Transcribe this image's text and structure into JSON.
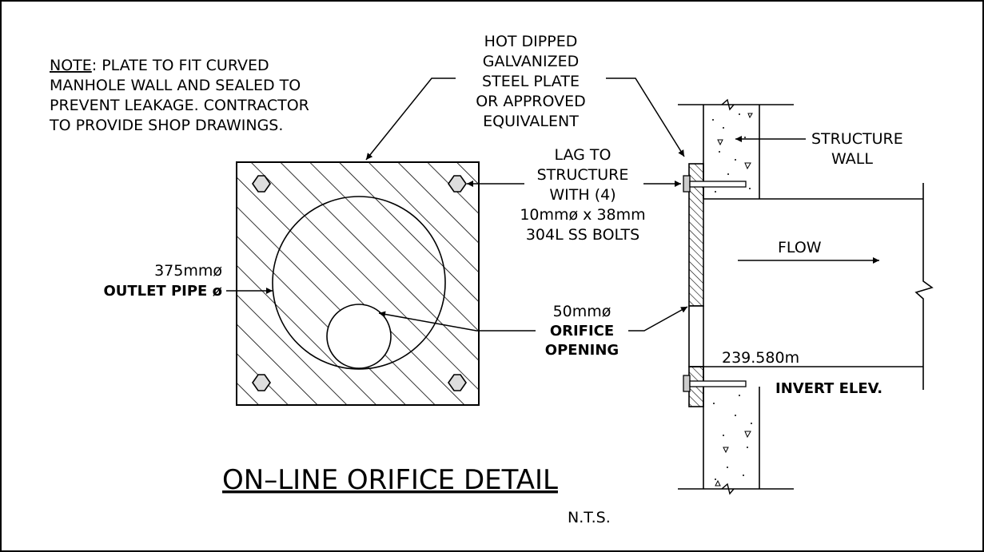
{
  "note": {
    "label": "NOTE",
    "lines": [
      ": PLATE TO FIT CURVED",
      "MANHOLE WALL AND SEALED TO",
      "PREVENT LEAKAGE. CONTRACTOR",
      "TO PROVIDE SHOP DRAWINGS."
    ]
  },
  "plate_callout": [
    "HOT DIPPED",
    "GALVANIZED",
    "STEEL PLATE",
    "OR APPROVED",
    "EQUIVALENT"
  ],
  "structure_wall": [
    "STRUCTURE",
    "WALL"
  ],
  "lag_callout": [
    "LAG TO",
    "STRUCTURE",
    "WITH (4)",
    "10mmø x 38mm",
    "304L SS BOLTS"
  ],
  "flow_label": "FLOW",
  "outlet_pipe": {
    "size": "375mmø",
    "label": "OUTLET PIPE ø"
  },
  "orifice": {
    "size": "50mmø",
    "label_1": "ORIFICE",
    "label_2": "OPENING"
  },
  "invert": {
    "elevation": "239.580m",
    "label": "INVERT ELEV."
  },
  "title": "ON–LINE ORIFICE DETAIL",
  "scale": "N.T.S."
}
